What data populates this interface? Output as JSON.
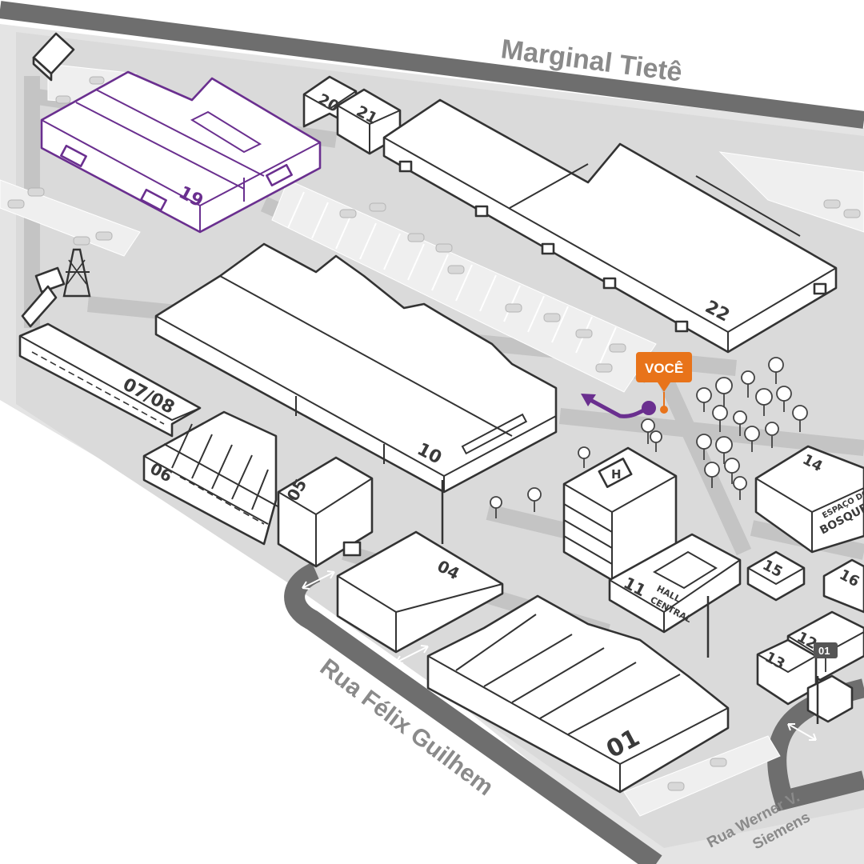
{
  "map": {
    "streets": {
      "north": "Marginal Tietê",
      "south_west": "Rua Félix Guilhem",
      "south_east_line1": "Rua Werner V.",
      "south_east_line2": "Siemens"
    },
    "you_are_here": {
      "label": "VOCÊ",
      "color": "#e8731a"
    },
    "route_color": "#6a2f8f",
    "highlighted_building": "19",
    "buildings": {
      "b19": "19",
      "b20": "20",
      "b21": "21",
      "b22": "22",
      "b10": "10",
      "b0708": "07/08",
      "b06": "06",
      "b05": "05",
      "b04": "04",
      "b01": "01",
      "b11": "11",
      "b11_sub1": "HALL",
      "b11_sub2": "CENTRAL",
      "b15": "15",
      "b14": "14",
      "b14_sub1": "ESPAÇO DO",
      "b14_sub2": "BOSQUE",
      "b16": "16",
      "b12": "12",
      "b13": "13",
      "pin01": "01",
      "helipad": "H"
    },
    "icons": {
      "tower": "power-tower-icon",
      "two_way": "two-way-arrow-icon",
      "trees": "tree-icon",
      "car": "car-icon"
    }
  }
}
